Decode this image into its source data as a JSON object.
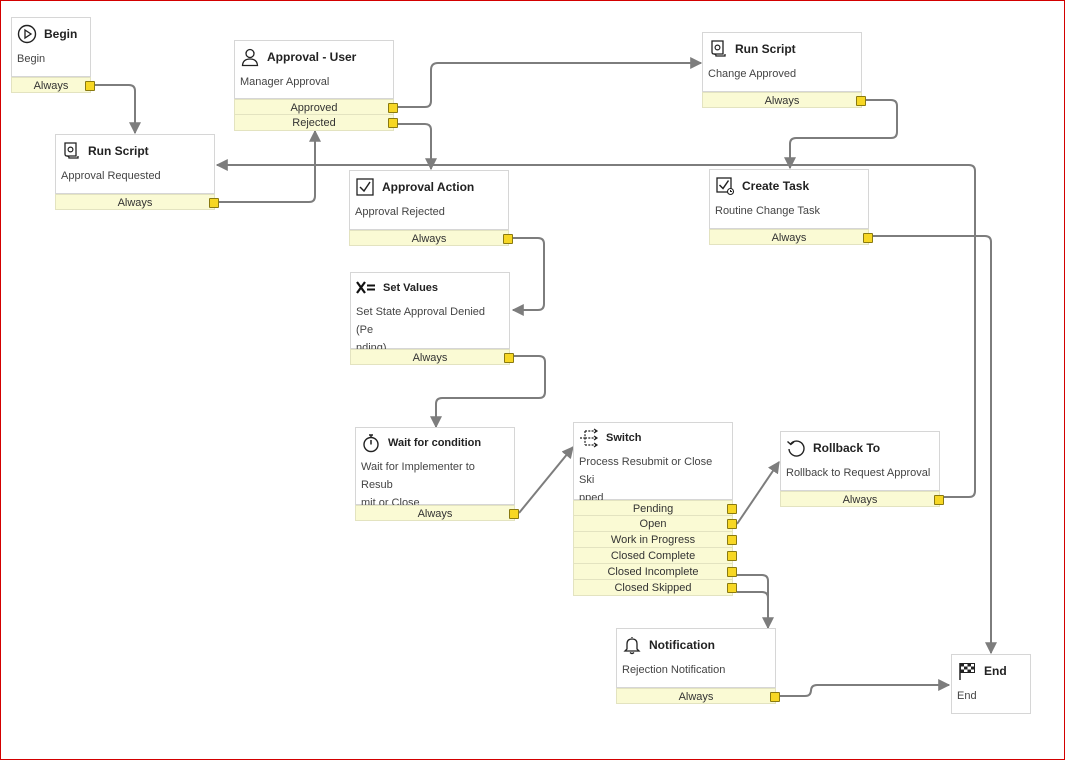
{
  "nodes": {
    "begin": {
      "title": "Begin",
      "desc": "Begin",
      "icon": "play-circle-icon",
      "exits": [
        "Always"
      ]
    },
    "run_script_1": {
      "title": "Run Script",
      "desc": "Approval Requested",
      "icon": "script-icon",
      "exits": [
        "Always"
      ]
    },
    "approval_user": {
      "title": "Approval - User",
      "desc": "Manager Approval",
      "icon": "user-icon",
      "exits": [
        "Approved",
        "Rejected"
      ]
    },
    "run_script_2": {
      "title": "Run Script",
      "desc": "Change Approved",
      "icon": "script-icon",
      "exits": [
        "Always"
      ]
    },
    "approval_action": {
      "title": "Approval Action",
      "desc": "Approval Rejected",
      "icon": "checkbox-icon",
      "exits": [
        "Always"
      ]
    },
    "create_task": {
      "title": "Create Task",
      "desc": "Routine Change Task",
      "icon": "task-check-icon",
      "exits": [
        "Always"
      ]
    },
    "set_values": {
      "title": "Set Values",
      "desc": "Set State Approval Denied (Pe",
      "desc2": "nding)",
      "icon": "x-equals-icon",
      "exits": [
        "Always"
      ]
    },
    "wait_condition": {
      "title": "Wait for condition",
      "desc": "Wait for Implementer to Resub",
      "desc2": "mit or Close",
      "icon": "stopwatch-icon",
      "exits": [
        "Always"
      ]
    },
    "switch": {
      "title": "Switch",
      "desc": "Process Resubmit or Close Ski",
      "desc2": "pped",
      "icon": "switch-icon",
      "exits": [
        "Pending",
        "Open",
        "Work in Progress",
        "Closed Complete",
        "Closed Incomplete",
        "Closed Skipped"
      ]
    },
    "rollback": {
      "title": "Rollback To",
      "desc": "Rollback to Request Approval",
      "icon": "rollback-icon",
      "exits": [
        "Always"
      ]
    },
    "notification": {
      "title": "Notification",
      "desc": "Rejection Notification",
      "icon": "bell-icon",
      "exits": [
        "Always"
      ]
    },
    "end": {
      "title": "End",
      "desc": "End",
      "icon": "checkered-flag-icon",
      "exits": []
    }
  },
  "colors": {
    "border": "#d30000",
    "exit_bg": "#fafad4",
    "port": "#f7d724",
    "wire": "#7d7d7d"
  }
}
